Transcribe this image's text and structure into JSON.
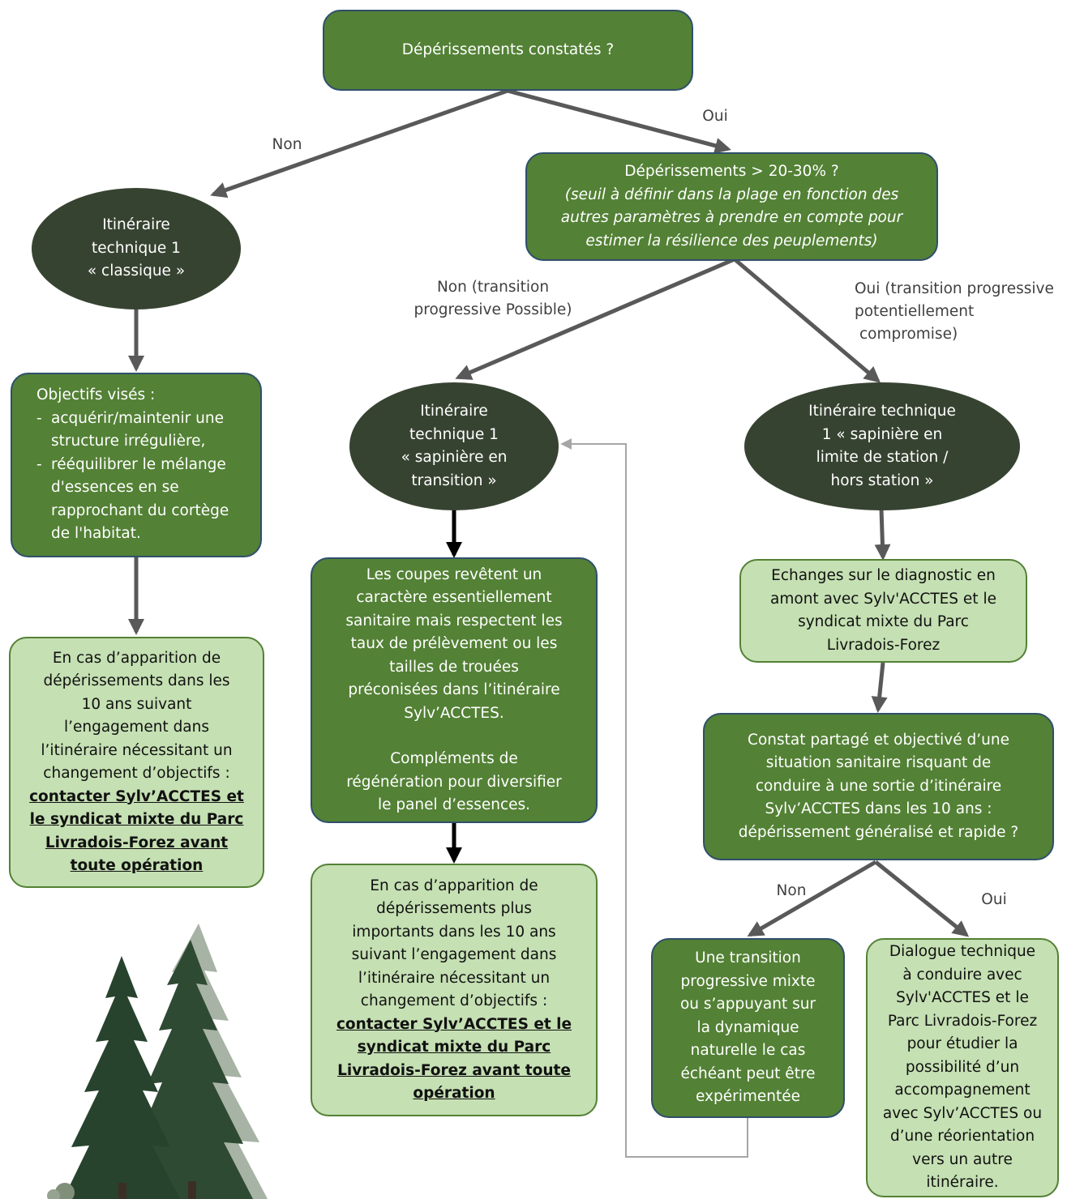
{
  "diagram": {
    "root": "Dépérissements constatés ?",
    "edge_non_1": "Non",
    "edge_oui_1": "Oui",
    "q2": {
      "line1": "Dépérissements > 20-30% ?",
      "line2": "(seuil à définir dans la plage en fonction des",
      "line3": "autres paramètres à prendre en compte  pour",
      "line4": "estimer la résilience des peuplements)"
    },
    "it1_classique": [
      "Itinéraire",
      "technique 1",
      "« classique »"
    ],
    "objectifs": {
      "title": "Objectifs visés :",
      "items": [
        [
          "acquérir/maintenir une",
          "structure irrégulière,"
        ],
        [
          "rééquilibrer le mélange",
          "d'essences en se",
          "rapprochant du cortège",
          "de l'habitat."
        ]
      ]
    },
    "left_case": {
      "lines": [
        "En cas d’apparition de",
        "dépérissements dans les",
        "10 ans suivant",
        "l’engagement dans",
        "l’itinéraire nécessitant un",
        "changement d’objectifs :"
      ],
      "bold": [
        "contacter Sylv’ACCTES et",
        "le syndicat mixte du Parc",
        "Livradois-Forez avant",
        "toute opération"
      ]
    },
    "edge_non_2": [
      "Non (transition",
      "progressive Possible)"
    ],
    "edge_oui_2": [
      "Oui (transition progressive",
      "potentiellement",
      "compromise)"
    ],
    "it1_transition": [
      "Itinéraire",
      "technique 1",
      "« sapinière en",
      "transition »"
    ],
    "it1_limite": [
      "Itinéraire technique",
      "1 « sapinière en",
      "limite de station /",
      "hors station »"
    ],
    "coupes": {
      "p1": [
        "Les coupes revêtent un",
        "caractère essentiellement",
        "sanitaire mais respectent les",
        "taux de prélèvement ou les",
        "tailles de trouées",
        "préconisées dans l’itinéraire",
        "Sylv’ACCTES."
      ],
      "p2": [
        "Compléments de",
        "régénération pour diversifier",
        "le panel d’essences."
      ]
    },
    "mid_case": {
      "lines": [
        "En cas d’apparition de",
        "dépérissements plus",
        "importants dans les 10 ans",
        "suivant l’engagement dans",
        "l’itinéraire nécessitant un",
        "changement d’objectifs :"
      ],
      "bold": [
        "contacter Sylv’ACCTES et le",
        "syndicat mixte du Parc",
        "Livradois-Forez avant toute",
        "opération"
      ]
    },
    "echanges": [
      "Echanges sur le diagnostic en",
      "amont avec Sylv'ACCTES et le",
      "syndicat mixte du Parc",
      "Livradois-Forez"
    ],
    "constat": [
      "Constat partagé et objectivé d’une",
      "situation sanitaire risquant de",
      "conduire à une sortie d’itinéraire",
      "Sylv’ACCTES  dans les 10 ans :",
      "dépérissement généralisé et rapide ?"
    ],
    "edge_non_3": "Non",
    "edge_oui_3": "Oui",
    "transition_mixte": [
      "Une transition",
      "progressive mixte",
      "ou s’appuyant sur",
      "la dynamique",
      "naturelle le cas",
      "échéant peut être",
      "expérimentée"
    ],
    "dialogue": [
      "Dialogue technique",
      "à conduire avec",
      "Sylv'ACCTES et le",
      "Parc Livradois-Forez",
      "pour étudier la",
      "possibilité d’un",
      "accompagnement",
      "avec Sylv’ACCTES ou",
      "d’une réorientation",
      "vers un autre",
      "itinéraire."
    ]
  },
  "colors": {
    "dark_green": "#538135",
    "light_green": "#c5e0b3",
    "ellipse": "#374331",
    "arrow": "#595959"
  }
}
